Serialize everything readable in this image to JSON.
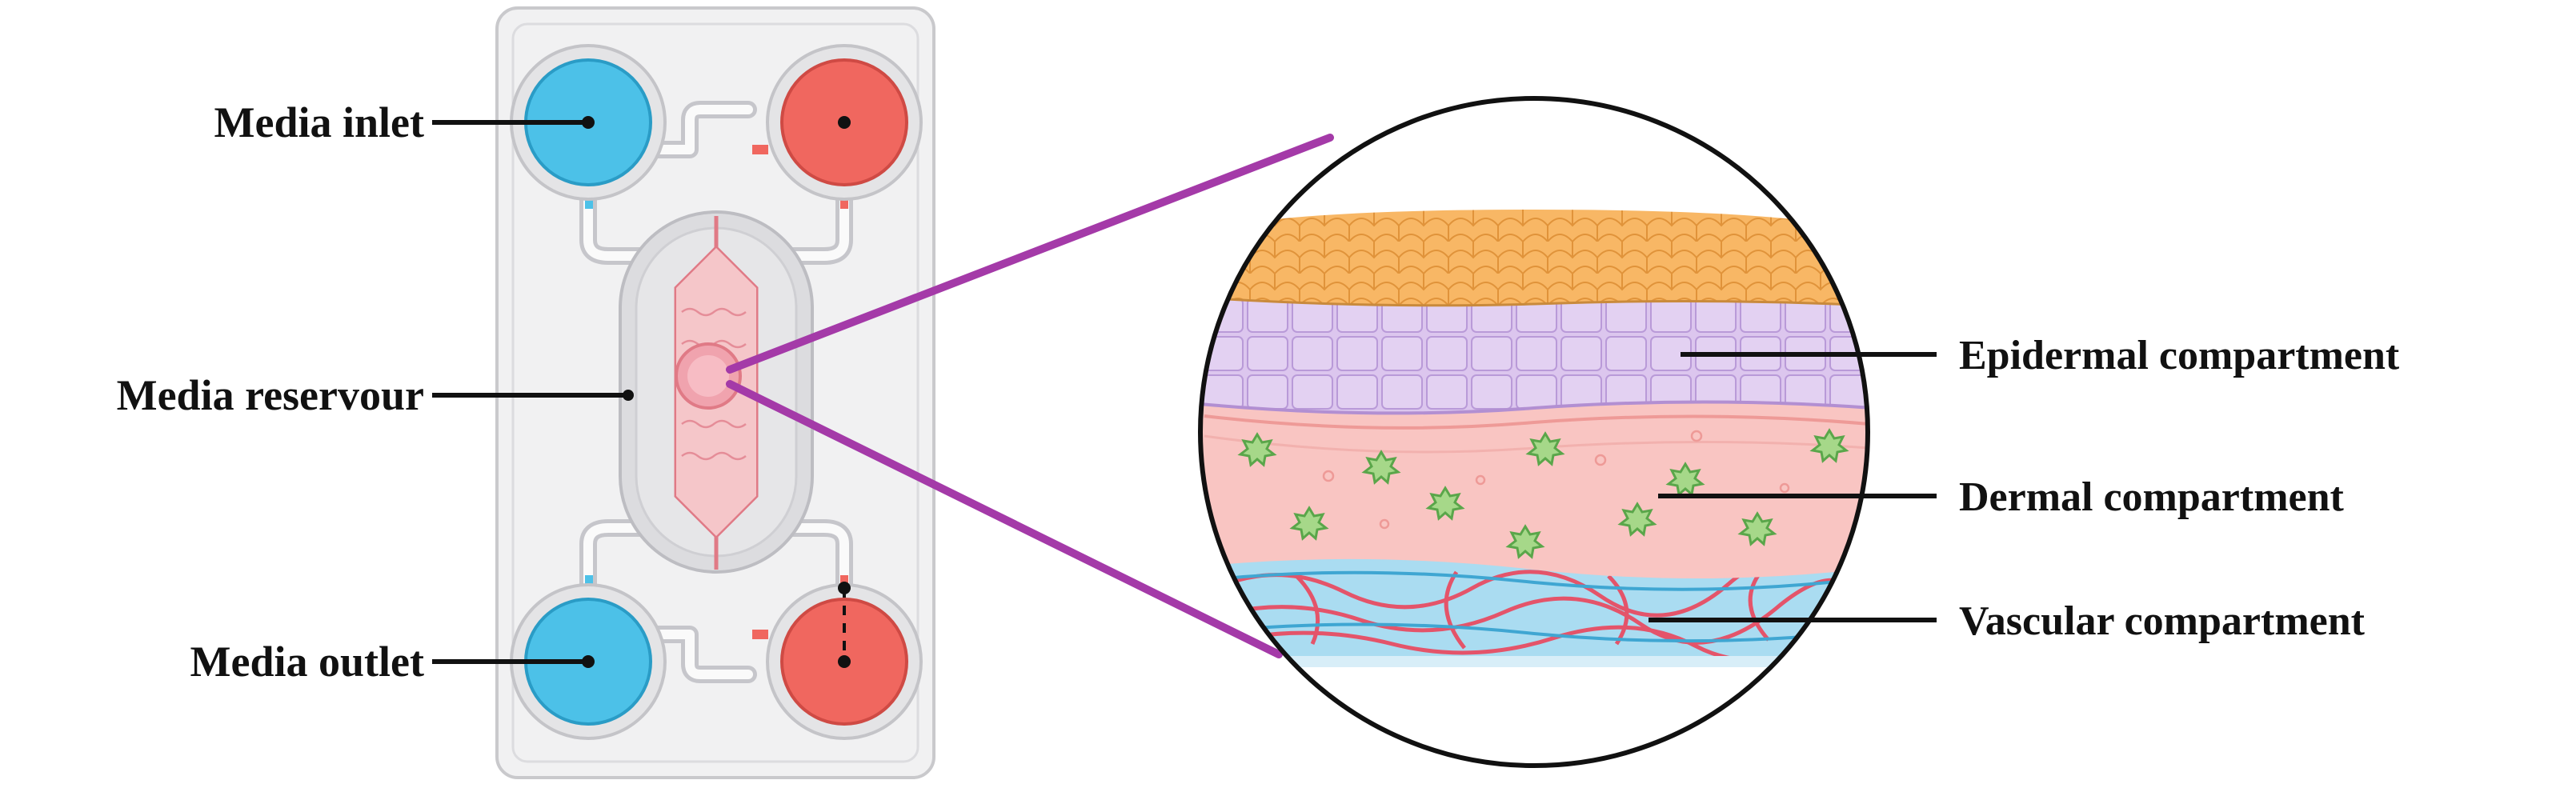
{
  "labels": {
    "media_inlet": "Media inlet",
    "media_reservoir": "Media reservour",
    "media_outlet": "Media outlet",
    "epidermal": "Epidermal compartment",
    "dermal": "Dermal compartment",
    "vascular": "Vascular compartment"
  },
  "colors": {
    "inlet_blue": "#4cc1e8",
    "outlet_red": "#f0675f",
    "zoom_line": "#a43aa8",
    "cornified_layer": "#f7b35b",
    "epidermal_layer": "#d9c3ec",
    "dermal_layer": "#f9c4c0",
    "vascular_layer": "#a9dcf0",
    "vessel": "#e4546a",
    "fibroblast": "#a6d889",
    "chip_body": "#efeff0"
  }
}
